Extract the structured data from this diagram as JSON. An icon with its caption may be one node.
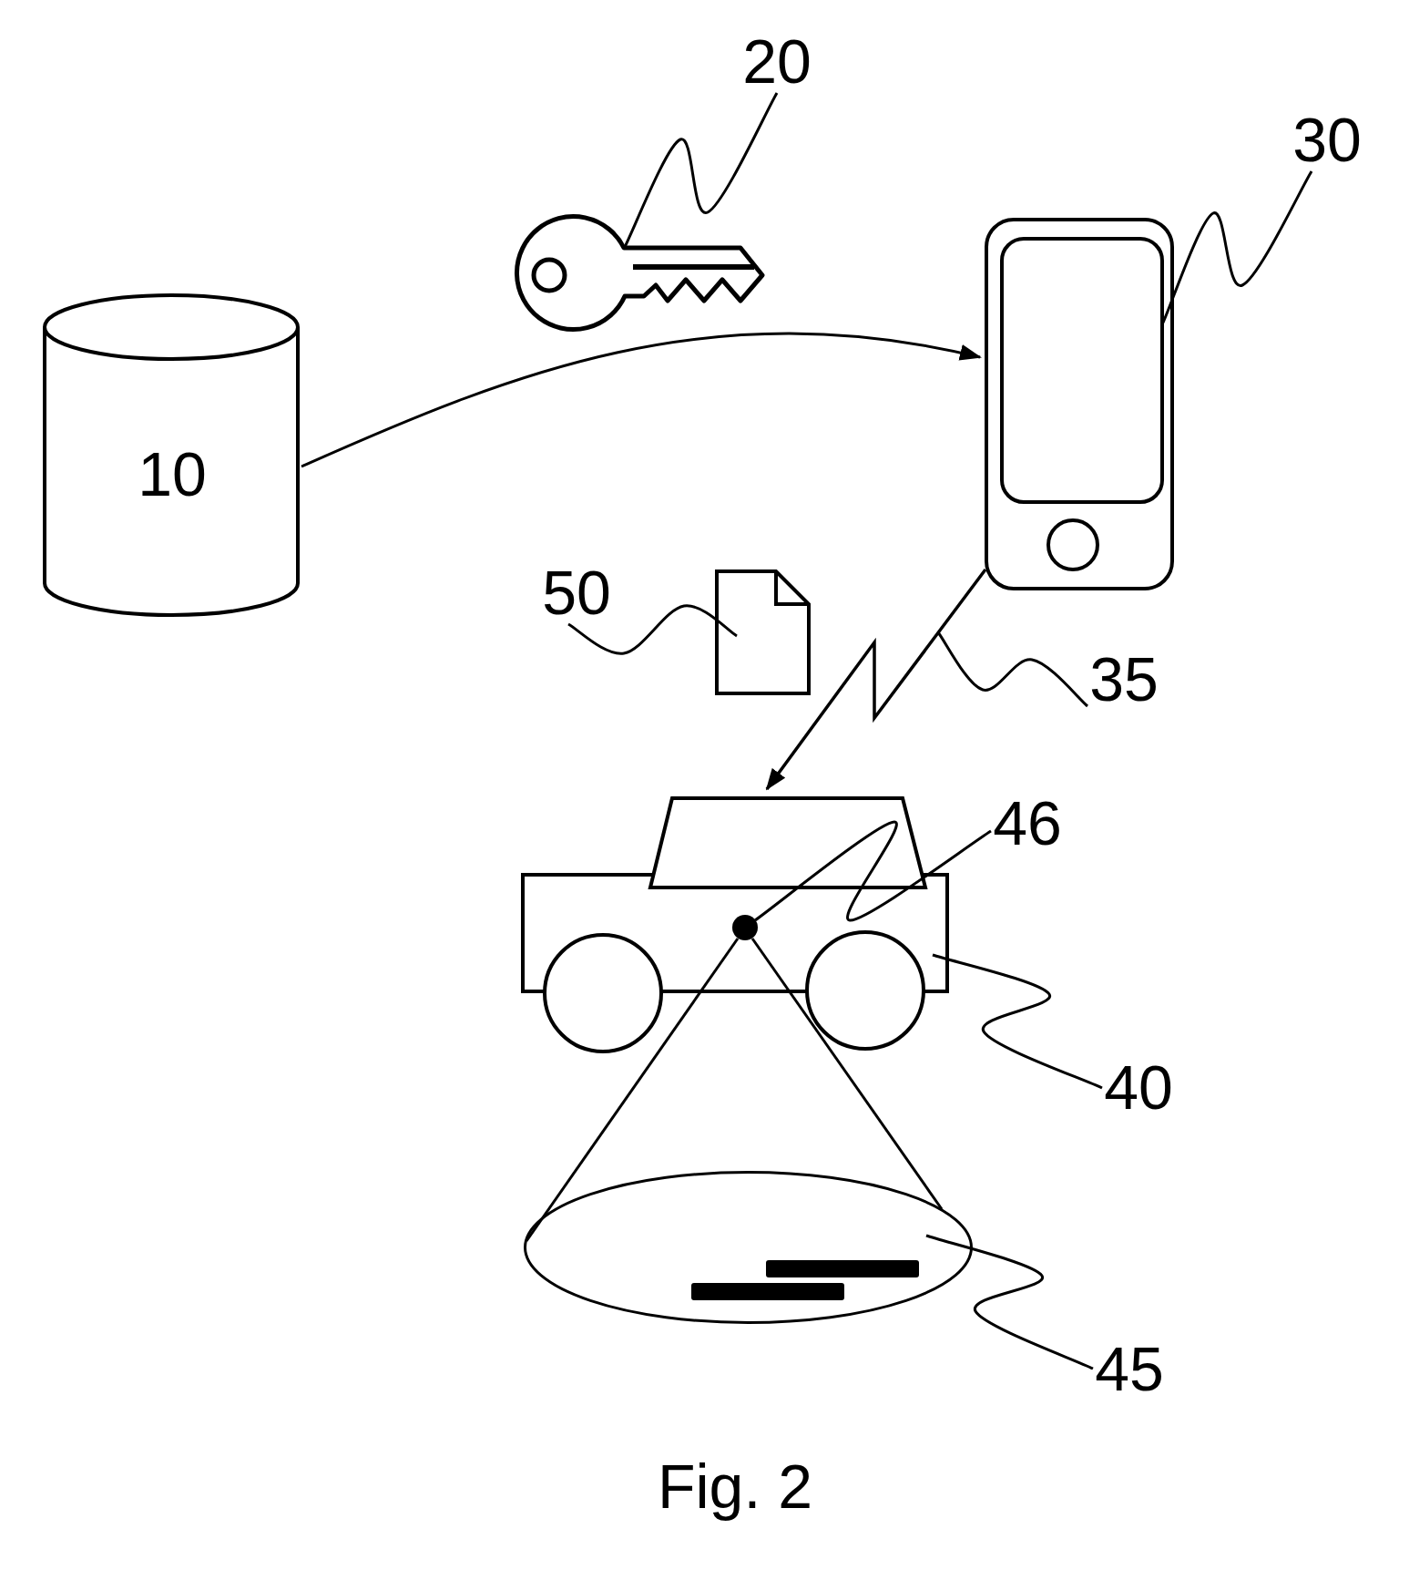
{
  "diagram": {
    "caption": "Fig. 2",
    "nodes": [
      {
        "text": [
          "20"
        ]
      },
      {
        "text": [],
        "shape": "picture"
      },
      {
        "text": [
          "30"
        ]
      },
      {
        "text": [],
        "shape": "picture"
      },
      {
        "text": [
          "10"
        ]
      },
      {
        "text": [
          "50"
        ]
      },
      {
        "text": [],
        "shape": "picture"
      },
      {
        "text": [
          "35"
        ]
      },
      {
        "text": [
          "46"
        ]
      },
      {
        "text": [],
        "shape": "picture"
      },
      {
        "text": [],
        "shape": "circle",
        "in": 9
      },
      {
        "text": [
          "40"
        ]
      },
      {
        "text": [],
        "shape": "ellipse"
      },
      {
        "text": [
          "45"
        ]
      }
    ],
    "edges": [
      {
        "from": 4,
        "to": 3,
        "arrow": "to"
      },
      {
        "from": 3,
        "to": 9,
        "arrow": "to"
      },
      {
        "from": 0,
        "to": 1,
        "arrow": "none"
      },
      {
        "from": 2,
        "to": 3,
        "arrow": "none"
      },
      {
        "from": 5,
        "to": 6,
        "arrow": "none"
      },
      {
        "from": 7,
        "to": null,
        "arrow": "none"
      },
      {
        "from": 8,
        "to": 10,
        "arrow": "none"
      },
      {
        "from": 11,
        "to": 9,
        "arrow": "none"
      },
      {
        "from": 13,
        "to": 12,
        "arrow": "none"
      },
      {
        "from": 10,
        "to": 12,
        "arrow": "none"
      },
      {
        "from": 10,
        "to": 12,
        "arrow": "none"
      }
    ]
  }
}
